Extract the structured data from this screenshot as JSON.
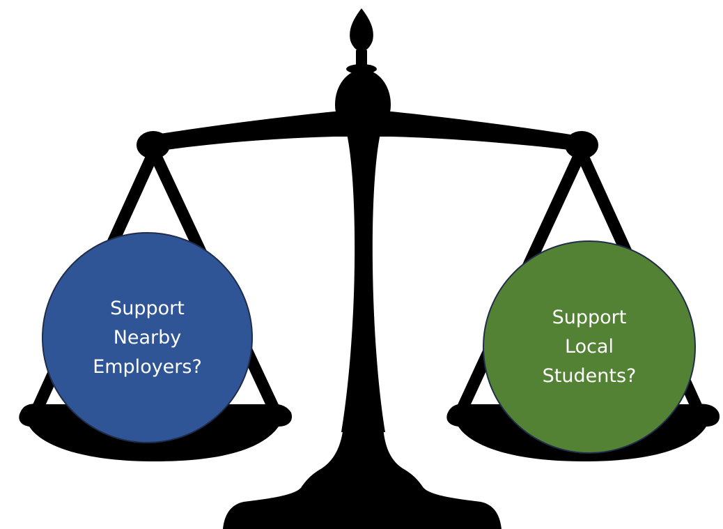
{
  "left_option": {
    "lines": [
      "Support",
      "Nearby",
      "Employers?"
    ],
    "color": "#2f5597"
  },
  "right_option": {
    "lines": [
      "Support",
      "Local",
      "Students?"
    ],
    "color": "#548235"
  },
  "scale_color": "#000000",
  "icon": "balance-scale-icon"
}
